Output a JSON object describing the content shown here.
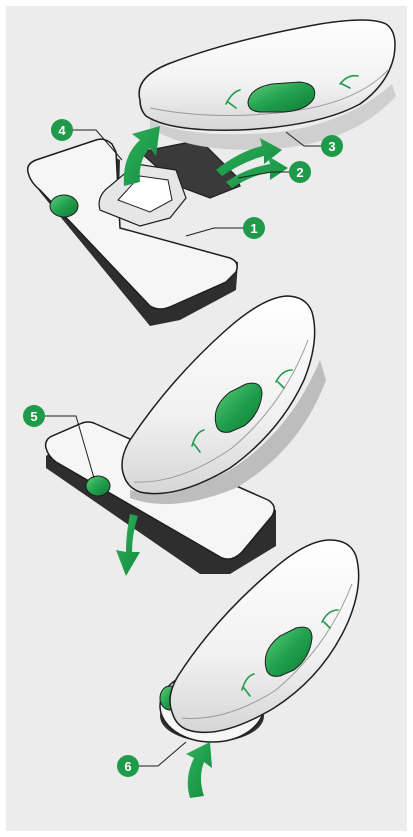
{
  "colors": {
    "panel_background": "#ececec",
    "device_body": "#f4f4f4",
    "outline": "#1e1e1e",
    "shadow": "#2e2e2e",
    "accent_green": "#1e9a4a",
    "accent_green_light": "#4cc46a",
    "callout_fill": "#1e9a4a"
  },
  "icons": {
    "arrow": "green-curved-arrow",
    "button": "green-scroll-button",
    "leaf": "green-leaf-mark"
  },
  "callouts": [
    {
      "label": "1"
    },
    {
      "label": "2"
    },
    {
      "label": "3"
    },
    {
      "label": "4"
    },
    {
      "label": "5"
    },
    {
      "label": "6"
    }
  ]
}
